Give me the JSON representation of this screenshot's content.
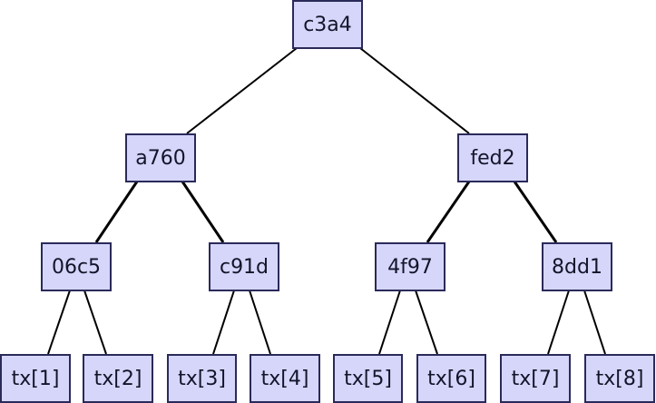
{
  "diagram": {
    "type": "merkle-tree",
    "colors": {
      "node_fill": "#d6d6fb",
      "node_border": "#2a2a5a",
      "edge": "#000000",
      "text": "#14142a"
    },
    "nodes": [
      {
        "id": "root",
        "label": "c3a4"
      },
      {
        "id": "l1a",
        "label": "a760"
      },
      {
        "id": "l1b",
        "label": "fed2"
      },
      {
        "id": "l2a",
        "label": "06c5"
      },
      {
        "id": "l2b",
        "label": "c91d"
      },
      {
        "id": "l2c",
        "label": "4f97"
      },
      {
        "id": "l2d",
        "label": "8dd1"
      },
      {
        "id": "t1",
        "label": "tx[1]"
      },
      {
        "id": "t2",
        "label": "tx[2]"
      },
      {
        "id": "t3",
        "label": "tx[3]"
      },
      {
        "id": "t4",
        "label": "tx[4]"
      },
      {
        "id": "t5",
        "label": "tx[5]"
      },
      {
        "id": "t6",
        "label": "tx[6]"
      },
      {
        "id": "t7",
        "label": "tx[7]"
      },
      {
        "id": "t8",
        "label": "tx[8]"
      }
    ],
    "edges": [
      [
        "root",
        "l1a"
      ],
      [
        "root",
        "l1b"
      ],
      [
        "l1a",
        "l2a"
      ],
      [
        "l1a",
        "l2b"
      ],
      [
        "l1b",
        "l2c"
      ],
      [
        "l1b",
        "l2d"
      ],
      [
        "l2a",
        "t1"
      ],
      [
        "l2a",
        "t2"
      ],
      [
        "l2b",
        "t3"
      ],
      [
        "l2b",
        "t4"
      ],
      [
        "l2c",
        "t5"
      ],
      [
        "l2c",
        "t6"
      ],
      [
        "l2d",
        "t7"
      ],
      [
        "l2d",
        "t8"
      ]
    ]
  }
}
